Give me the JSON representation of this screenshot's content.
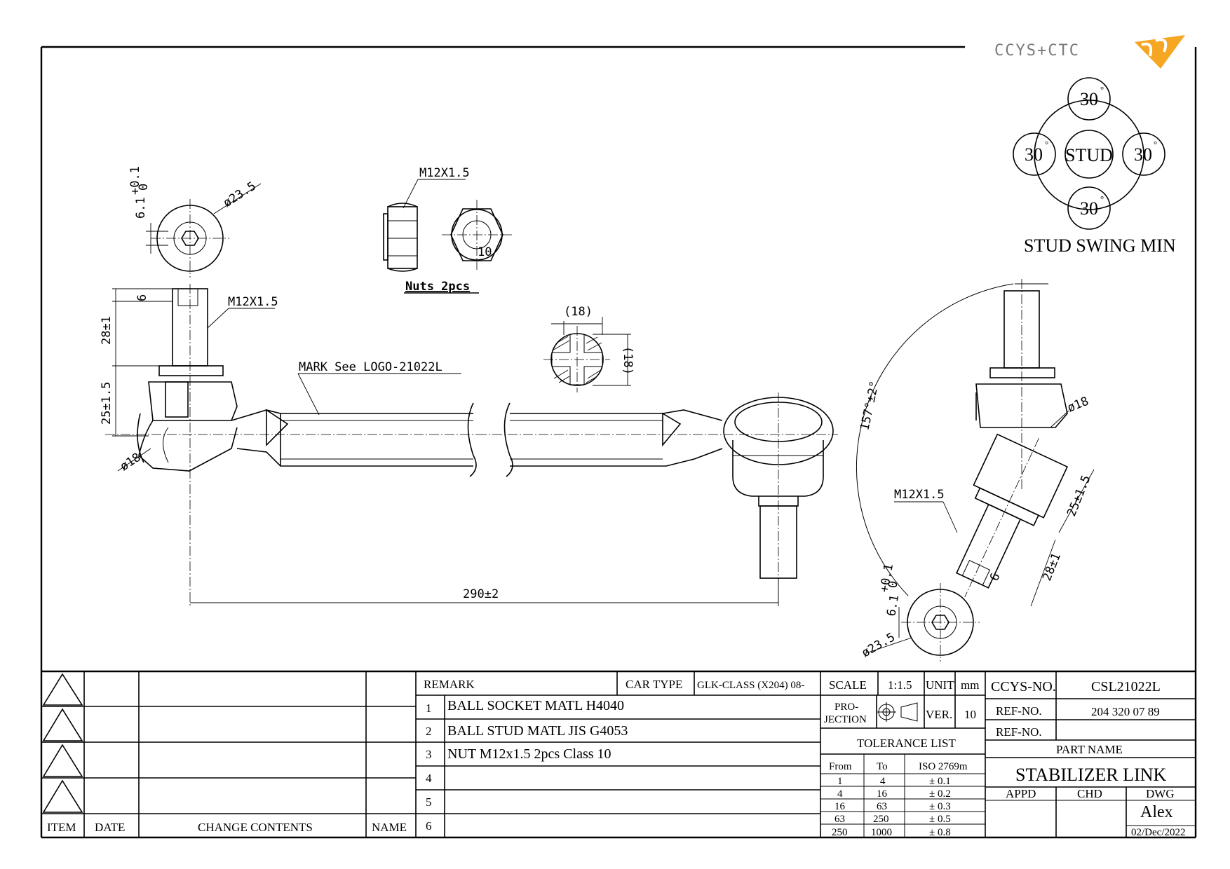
{
  "logo": {
    "text": "CCYS+CTC",
    "accent_color": "#f5a623"
  },
  "swing": {
    "top": "30",
    "left": "30",
    "right": "30",
    "bottom": "30",
    "center": "STUD",
    "caption": "STUD SWING MIN"
  },
  "dims": {
    "nut_thread": "M12X1.5",
    "nut_width_mark": "10",
    "nuts_label": "Nuts 2pcs",
    "end_view_depth": "6.1",
    "end_view_depth_tol_plus": "+0.1",
    "end_view_depth_tol_minus": "0",
    "end_view_dia": "ø23.5",
    "hex_depth": "6",
    "stud_thread": "M12X1.5",
    "stud_length": "28±1",
    "body_height": "25±1.5",
    "ball_dia": "ø18",
    "mark_note": "MARK See LOGO-21022L",
    "section_w": "(18)",
    "section_h": "(18)",
    "overall_length": "290±2",
    "swing_angle": "157°±2°",
    "r_ball_dia": "ø18",
    "r_thread": "M12X1.5",
    "r_body_height": "25±1.5",
    "r_hex_depth": "6",
    "r_stud_length": "28±1",
    "r_end_depth": "6.1",
    "r_end_depth_tol_plus": "+0.1",
    "r_end_depth_tol_minus": "0",
    "r_end_dia": "ø23.5"
  },
  "revision_table": {
    "headers": {
      "item": "ITEM",
      "date": "DATE",
      "change": "CHANGE CONTENTS",
      "name": "NAME"
    }
  },
  "remarks": {
    "header": "REMARK",
    "car_type_label": "CAR TYPE",
    "car_type_value": "GLK-CLASS (X204) 08-",
    "items": [
      {
        "no": "1",
        "text": "BALL SOCKET MATL H4040"
      },
      {
        "no": "2",
        "text": "BALL STUD MATL JIS G4053"
      },
      {
        "no": "3",
        "text": "NUT M12x1.5 2pcs Class 10"
      },
      {
        "no": "4",
        "text": ""
      },
      {
        "no": "5",
        "text": ""
      },
      {
        "no": "6",
        "text": ""
      }
    ]
  },
  "spec": {
    "scale_label": "SCALE",
    "scale_value": "1:1.5",
    "unit_label": "UNIT",
    "unit_value": "mm",
    "projection_label_1": "PRO-",
    "projection_label_2": "JECTION",
    "ver_label": "VER.",
    "ver_value": "10"
  },
  "tolerance": {
    "title": "TOLERANCE LIST",
    "headers": [
      "From",
      "To",
      "ISO 2769m"
    ],
    "rows": [
      [
        "1",
        "4",
        "± 0.1"
      ],
      [
        "4",
        "16",
        "± 0.2"
      ],
      [
        "16",
        "63",
        "± 0.3"
      ],
      [
        "63",
        "250",
        "± 0.5"
      ],
      [
        "250",
        "1000",
        "± 0.8"
      ]
    ]
  },
  "ids": {
    "ccys_label": "CCYS-NO.",
    "ccys_value": "CSL21022L",
    "ref1_label": "REF-NO.",
    "ref1_value": "204 320 07 89",
    "ref2_label": "REF-NO.",
    "ref2_value": "",
    "part_name_label": "PART NAME",
    "part_name_value": "STABILIZER LINK",
    "appd": "APPD",
    "chd": "CHD",
    "dwg": "DWG",
    "drawer": "Alex",
    "date": "02/Dec/2022"
  }
}
